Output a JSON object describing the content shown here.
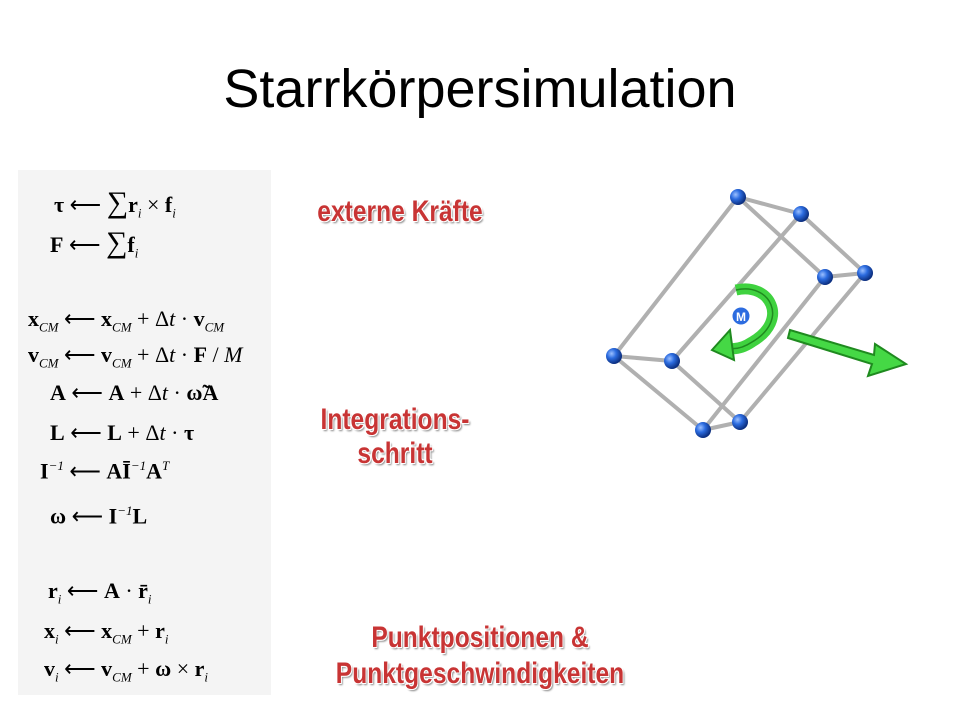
{
  "title": "Starrkörpersimulation",
  "callouts": {
    "external_forces": "externe Kräfte",
    "integration_line1": "Integrations-",
    "integration_line2": "schritt",
    "positions_line1": "Punktpositionen &",
    "positions_line2": "Punktgeschwindigkeiten"
  },
  "figure": {
    "moment_label": "M",
    "colors": {
      "sphere": "#1f5fd6",
      "edge": "#b0b0b0",
      "arrow": "#3fd23f",
      "callout_text": "#c83434"
    }
  }
}
